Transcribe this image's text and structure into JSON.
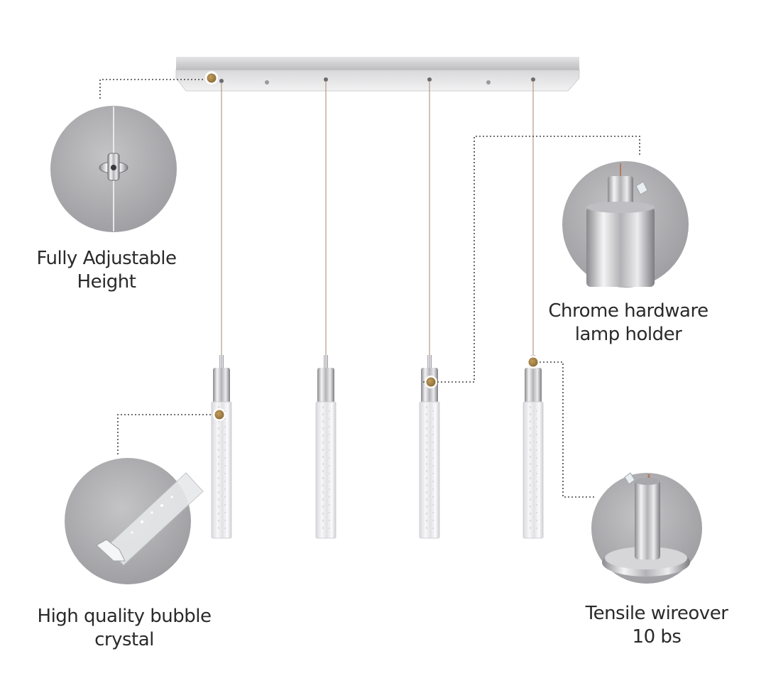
{
  "callouts": {
    "adjustable": {
      "line1": "Fully Adjustable",
      "line2": "Height",
      "icon": "ceiling-connector-detail"
    },
    "chrome": {
      "line1": "Chrome hardware",
      "line2": "lamp holder",
      "icon": "lamp-holder-detail"
    },
    "crystal": {
      "line1": "High quality bubble",
      "line2": "crystal",
      "icon": "crystal-tube-detail"
    },
    "wire": {
      "line1": "Tensile wireover",
      "line2": "10 bs",
      "icon": "wire-base-detail"
    }
  },
  "colors": {
    "background": "#ffffff",
    "chrome": "#c9c9cc",
    "marker": "#a8864e",
    "callout_circle": "#a9a9ac",
    "text": "#2a2a2a"
  },
  "pendant_count": 4
}
